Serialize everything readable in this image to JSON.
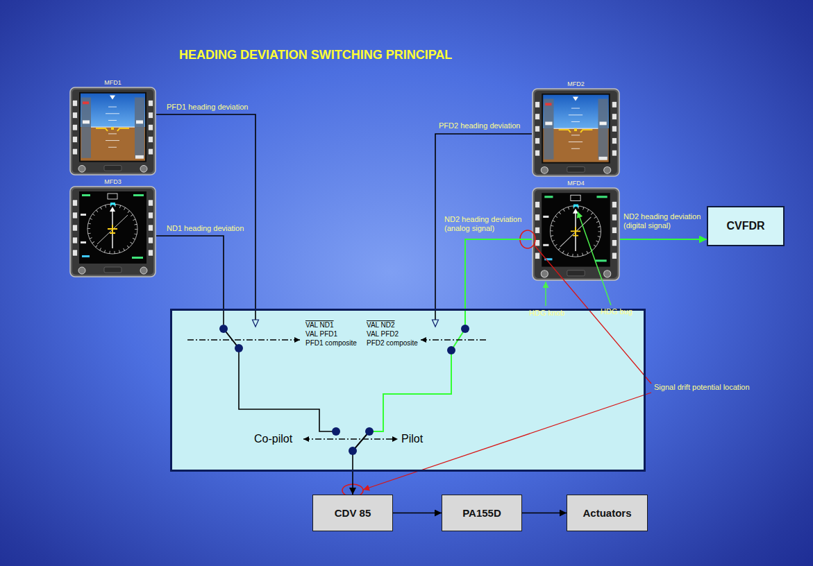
{
  "diagram": {
    "title": "HEADING DEVIATION SWITCHING PRINCIPAL",
    "nodes": [
      {
        "text": [
          "MFD1"
        ]
      },
      {
        "text": [
          "MFD2"
        ]
      },
      {
        "text": [
          "MFD3"
        ]
      },
      {
        "text": [
          "MFD4"
        ]
      },
      {
        "text": [
          "CVFDR"
        ]
      },
      {
        "text": [
          "VAL ND1",
          "VAL PFD1",
          "PFD1 composite",
          "VAL ND2",
          "VAL PFD2",
          "PFD2 composite",
          "Co-pilot",
          "Pilot"
        ]
      },
      {
        "text": [
          "CDV 85"
        ]
      },
      {
        "text": [
          "PA155D"
        ]
      },
      {
        "text": [
          "Actuators"
        ]
      }
    ],
    "edges": [
      {
        "from": 0,
        "to": 5,
        "arrow": "to",
        "label": "PFD1 heading deviation"
      },
      {
        "from": 2,
        "to": 5,
        "arrow": "none",
        "label": "ND1 heading deviation"
      },
      {
        "from": 1,
        "to": 5,
        "arrow": "to",
        "label": "PFD2 heading deviation"
      },
      {
        "from": 3,
        "to": 5,
        "arrow": "none",
        "label": "ND2 heading deviation (analog signal)"
      },
      {
        "from": 3,
        "to": 4,
        "arrow": "to",
        "label": "ND2 heading deviation (digital signal)"
      },
      {
        "from": 5,
        "to": 6,
        "arrow": "to"
      },
      {
        "from": 6,
        "to": 7,
        "arrow": "to"
      },
      {
        "from": 7,
        "to": 8,
        "arrow": "to"
      }
    ],
    "labels": [
      "HDG knob",
      "HDG bug",
      "Signal drift potential location"
    ]
  }
}
